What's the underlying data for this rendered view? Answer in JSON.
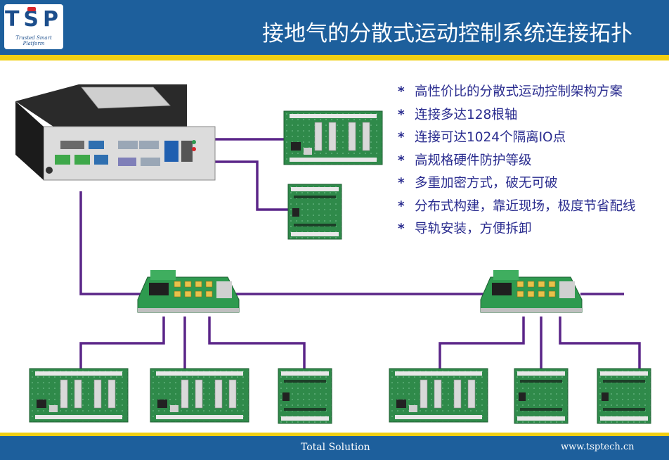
{
  "header": {
    "logo_text": "TSP",
    "logo_tagline": "Trusted Smart Platform",
    "title": "接地气的分散式运动控制系统连接拓扑",
    "colors": {
      "bar": "#1d5f9c",
      "stripe": "#f1cf12",
      "logo": "#1c4e8c"
    }
  },
  "features": [
    {
      "bullet": "*",
      "text": "高性价比的分散式运动控制架构方案"
    },
    {
      "bullet": "*",
      "text": "连接多达128根轴"
    },
    {
      "bullet": "*",
      "text": "连接可达1024个隔离IO点"
    },
    {
      "bullet": "*",
      "text": "高规格硬件防护等级"
    },
    {
      "bullet": "*",
      "text": "多重加密方式，破无可破"
    },
    {
      "bullet": "*",
      "text": "分布式构建，靠近现场，极度节省配线"
    },
    {
      "bullet": "*",
      "text": "导轨安装，方便拆卸"
    }
  ],
  "diagram": {
    "line_color": "#5a2588",
    "board_color": "#2f8a4a"
  },
  "footer": {
    "left": "Total Solution",
    "right": "www.tsptech.cn"
  }
}
